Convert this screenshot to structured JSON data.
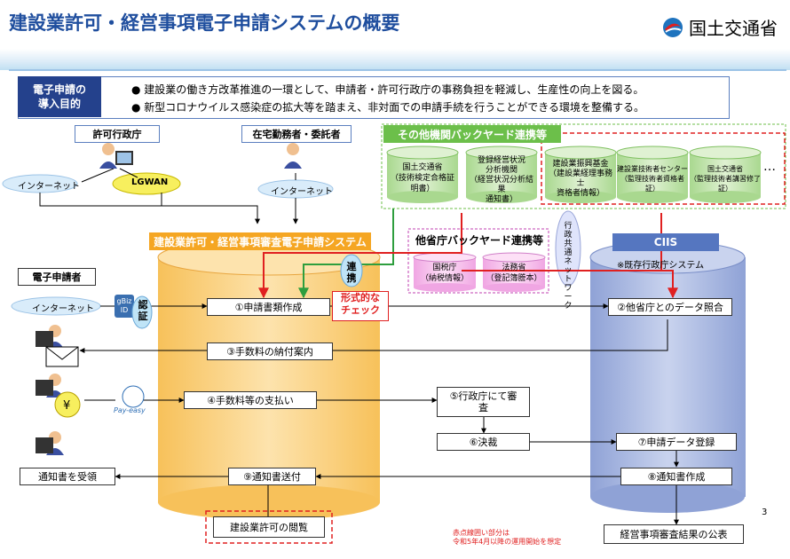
{
  "title": "建設業許可・経営事項電子申請システムの概要",
  "logo": "国土交通省",
  "purpose": {
    "label_line1": "電子申請の",
    "label_line2": "導入目的",
    "bullets": [
      "建設業の働き方改革推進の一環として、申請者・許可行政庁の事務負担を軽減し、生産性の向上を図る。",
      "新型コロナウイルス感染症の拡大等を踏まえ、非対面での申請手続を行うことができる環境を整備する。"
    ]
  },
  "actors": {
    "gyoseicho": "許可行政庁",
    "zaitaku": "在宅勤務者・委託者",
    "shinseisha": "電子申請者",
    "internet1": "インターネット",
    "lgwan": "LGWAN",
    "internet2": "インターネット",
    "internet3": "インターネット"
  },
  "backyard": {
    "title": "その他機関バックヤード連携等",
    "items": [
      "国土交通省\n（技術検定合格証明書）",
      "登録経営状況\n分析機関\n（経営状況分析結果\n通知書）",
      "建設業振興基金\n（建設業経理事務士\n資格者情報）",
      "建設業技術者センター\n（監理技術者資格者証）",
      "国土交通省\n（監理技術者講習修了証）"
    ],
    "ellipsis": "…"
  },
  "tasho": {
    "title": "他省庁バックヤード連携等",
    "items": [
      "国税庁\n（納税情報）",
      "法務省\n（登記簿謄本）"
    ],
    "network": "行政共通ネットワーク"
  },
  "system": {
    "name": "建設業許可・経営事項審査電子申請システム",
    "renkei": "連携",
    "ninsho": "認証",
    "gbiz": "gBiz ID",
    "payeasy": "Pay-easy",
    "check": "形式的な\nチェック"
  },
  "ciis": {
    "name": "CIIS",
    "sub": "※既存行政庁システム"
  },
  "steps": {
    "s1": "①申請書類作成",
    "s2": "②他省庁とのデータ照合",
    "s3": "③手数料の納付案内",
    "s4": "④手数料等の支払い",
    "s5": "⑤行政庁にて審\n査",
    "s6": "⑥決裁",
    "s7": "⑦申請データ登録",
    "s8": "⑧通知書作成",
    "s9": "⑨通知書送付"
  },
  "outputs": {
    "receive": "通知書を受領",
    "etsuran": "建設業許可の閲覧",
    "kohyo": "経営事項審査結果の公表"
  },
  "note": "赤点線囲い部分は\n令和5年4月以降の運用開始を想定",
  "page_number": "3",
  "colors": {
    "title": "#1f4e9e",
    "orange": "#f5a623",
    "blue_cyl": "#a9b8e0",
    "green": "#6cbf4a",
    "red": "#e02020",
    "pink": "#f9d0f0"
  }
}
